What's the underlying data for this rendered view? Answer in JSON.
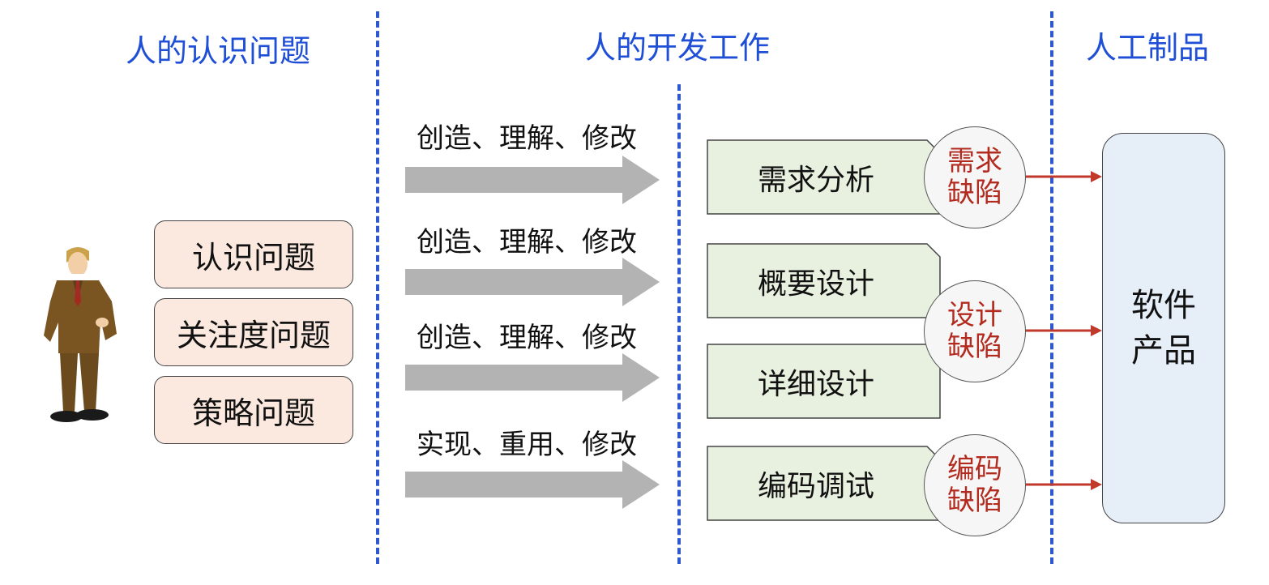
{
  "headers": {
    "cognition": "人的认识问题",
    "development": "人的开发工作",
    "artifact": "人工制品"
  },
  "problems": [
    "认识问题",
    "关注度问题",
    "策略问题"
  ],
  "activities": [
    "创造、理解、修改",
    "创造、理解、修改",
    "创造、理解、修改",
    "实现、重用、修改"
  ],
  "stages": [
    "需求分析",
    "概要设计",
    "详细设计",
    "编码调试"
  ],
  "defects": [
    {
      "line1": "需求",
      "line2": "缺陷"
    },
    {
      "line1": "设计",
      "line2": "缺陷"
    },
    {
      "line1": "编码",
      "line2": "缺陷"
    }
  ],
  "product": {
    "line1": "软件",
    "line2": "产品"
  },
  "colors": {
    "header": "#1f4fd6",
    "divider": "#2f57d0",
    "defect_text": "#b32a1e",
    "defect_arrow": "#c0392b",
    "activity_arrow": "#b3b3b3",
    "problem_fill": "#fbe9df",
    "stage_fill": "#e8f0df",
    "product_fill": "#e6eef8"
  },
  "icons": {
    "person": "businessman-icon"
  }
}
